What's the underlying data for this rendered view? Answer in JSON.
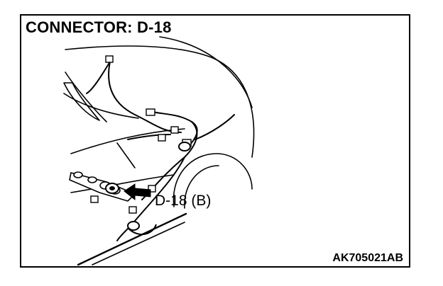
{
  "header": {
    "title": "CONNECTOR: D-18"
  },
  "diagram": {
    "callout_label": "D-18 (B)",
    "figure_id": "AK705021AB"
  }
}
